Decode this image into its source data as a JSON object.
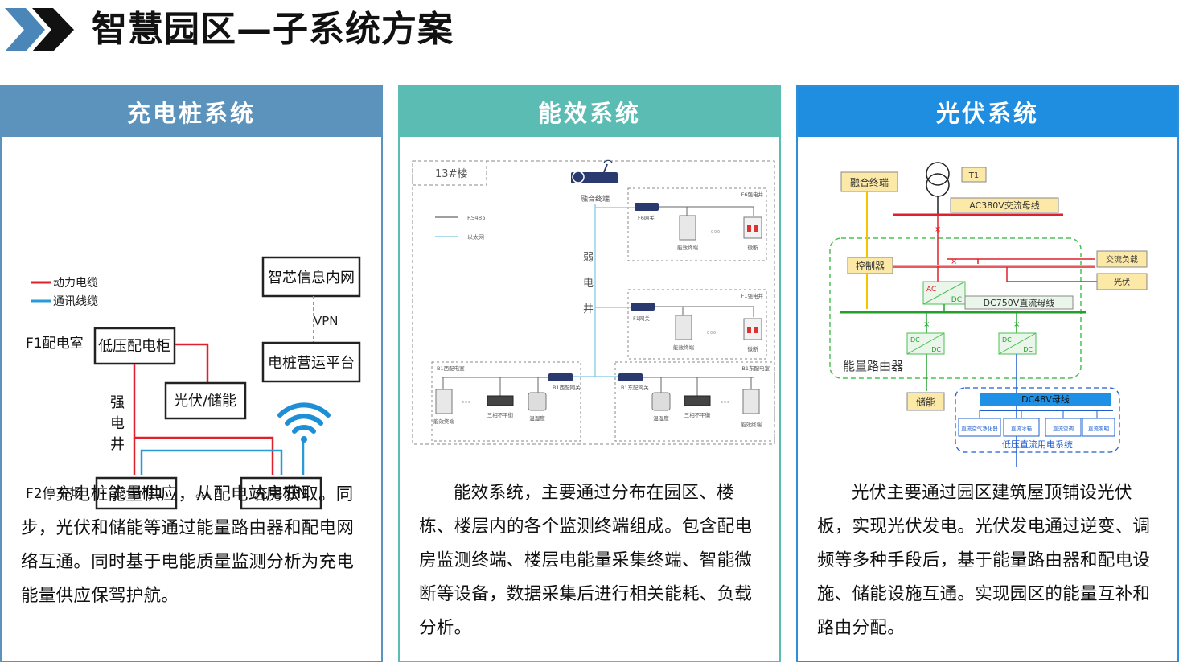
{
  "page": {
    "title": "智慧园区—子系统方案"
  },
  "colors": {
    "panel1": "#5b93bd",
    "panel2": "#5bbcb4",
    "panel3": "#1f8de0",
    "power_line": "#e0202a",
    "comm_line": "#2a9ad6",
    "pv_yellow": "#f5c400",
    "dc_green": "#22a12a"
  },
  "panels": [
    {
      "title": "充电桩系统",
      "description": "充电桩能量供应，从配电站房获取。同步，光伏和储能等通过能量路由器和配电网络互通。同时基于电能质量监测分析为充电能量供应保驾护航。",
      "diagram": {
        "legend_power": "动力电缆",
        "legend_comm": "通讯线缆",
        "intranet": "智芯信息内网",
        "vpn": "VPN",
        "platform": "电桩营运平台",
        "f1_label": "F1配电室",
        "lv_cabinet": "低压配电柜",
        "pv_storage": "光伏/储能",
        "shaft": [
          "强",
          "电",
          "井"
        ],
        "f2_label": "F2停车场",
        "charger1": "充电桩1",
        "dots": "。。。",
        "chargerN": "充电桩N",
        "wifi_icon": "wifi-icon"
      }
    },
    {
      "title": "能效系统",
      "description": "能效系统，主要通过分布在园区、楼栋、楼层内的各个监测终端组成。包含配电房监测终端、楼层电能量采集终端、智能微断等设备，数据采集后进行相关能耗、负载分析。",
      "diagram": {
        "building": "13#楼",
        "fusion_terminal": "融合终端",
        "legend_rs485": "RS485",
        "legend_ethernet": "以太网",
        "weak_shaft": [
          "弱",
          "电",
          "井"
        ],
        "f6_room": "F6强电井",
        "f6_gateway": "F6网关",
        "f1_room": "F1强电井",
        "f1_gateway": "F1网关",
        "energy_terminal": "能效终端",
        "breaker": "微断",
        "dots": "。。。",
        "b1_west_room": "B1西配电室",
        "b1_west_gateway": "B1西配网关",
        "b1_east_room": "B1东配电室",
        "b1_east_gateway": "B1东配网关",
        "three_phase": "三相不平衡",
        "temp_humidity": "温湿度"
      }
    },
    {
      "title": "光伏系统",
      "description": "光伏主要通过园区建筑屋顶铺设光伏板，实现光伏发电。光伏发电通过逆变、调频等多种手段后，基于能量路由器和配电设施、储能设施互通。实现园区的能量互补和路由分配。",
      "diagram": {
        "fusion_terminal": "融合终端",
        "transformer": "T1",
        "ac_bus": "AC380V交流母线",
        "controller": "控制器",
        "ac_load": "交流负载",
        "pv": "光伏",
        "ac": "AC",
        "dc": "DC",
        "dc750_bus": "DC750V直流母线",
        "energy_router": "能量路由器",
        "storage": "储能",
        "dc48_bus": "DC48V母线",
        "loads": [
          "直流空气净化器",
          "直流冰箱",
          "直流空调",
          "直流照明"
        ],
        "lv_dc_system": "低压直流用电系统"
      }
    }
  ]
}
